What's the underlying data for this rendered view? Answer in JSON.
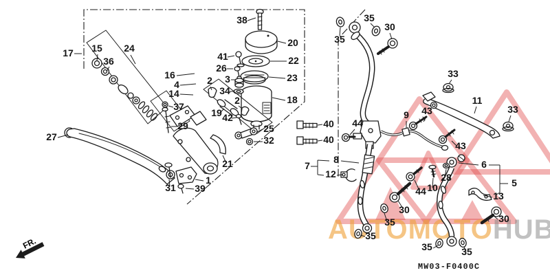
{
  "diagram": {
    "title": "front brake master cylinder exploded parts diagram",
    "code": "MW03-F0400C",
    "front_marker": "FR.",
    "watermark": {
      "text_primary": "AUTOMOTO",
      "text_secondary": "HUB"
    },
    "colors": {
      "line": "#1c1c1c",
      "watermark_triangle": "#e04848",
      "watermark_primary": "#efa33b",
      "watermark_secondary": "#8a8a8a"
    },
    "labels": [
      "17",
      "15",
      "24",
      "36",
      "16",
      "4",
      "14",
      "37",
      "29",
      "27",
      "31",
      "38",
      "20",
      "41",
      "26",
      "22",
      "23",
      "2",
      "3",
      "34",
      "18",
      "2",
      "19",
      "42",
      "25",
      "32",
      "21",
      "1",
      "39",
      "40",
      "40",
      "44",
      "35",
      "35",
      "30",
      "9",
      "43",
      "33",
      "11",
      "33",
      "43",
      "7",
      "8",
      "12",
      "6",
      "5",
      "13",
      "28",
      "10",
      "44",
      "30",
      "30",
      "35",
      "35",
      "35",
      "35"
    ]
  }
}
